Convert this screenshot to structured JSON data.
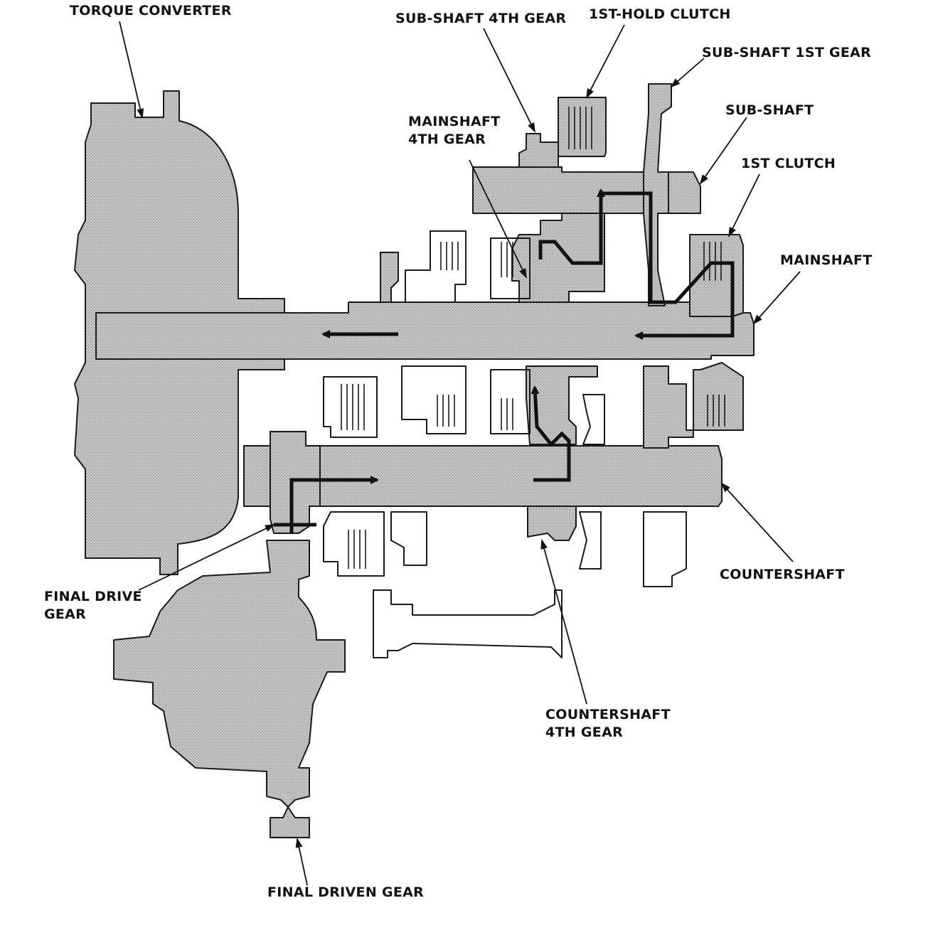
{
  "labels": {
    "torque_converter": "TORQUE CONVERTER",
    "subshaft_4th_gear": "SUB-SHAFT 4TH GEAR",
    "first_hold_clutch": "1ST-HOLD CLUTCH",
    "subshaft_1st_gear": "SUB-SHAFT 1ST GEAR",
    "subshaft": "SUB-SHAFT",
    "mainshaft_4th_gear_line1": "MAINSHAFT",
    "mainshaft_4th_gear_line2": "4TH GEAR",
    "first_clutch": "1ST CLUTCH",
    "mainshaft": "MAINSHAFT",
    "countershaft": "COUNTERSHAFT",
    "final_drive_gear_line1": "FINAL DRIVE",
    "final_drive_gear_line2": "GEAR",
    "countershaft_4th_gear_line1": "COUNTERSHAFT",
    "countershaft_4th_gear_line2": "4TH GEAR",
    "final_driven_gear": "FINAL DRIVEN GEAR"
  },
  "colors": {
    "part_fill": "#bdbdbd",
    "line": "#1a1a1a",
    "power_flow": "#111111"
  }
}
